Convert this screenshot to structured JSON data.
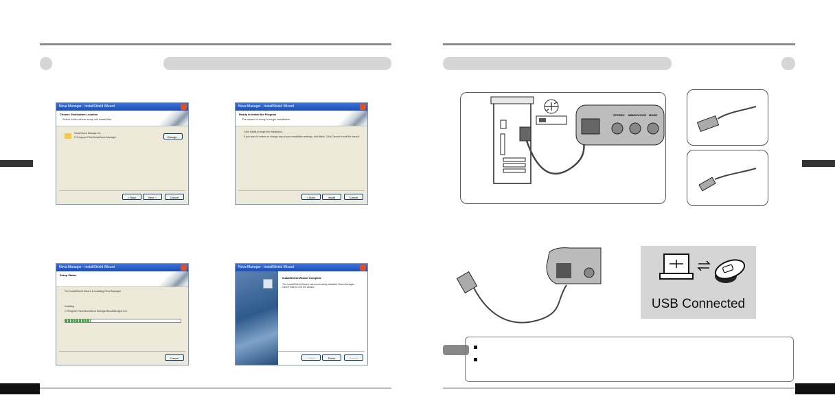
{
  "dialogs": [
    {
      "title": "Nova Manager - InstallShield Wizard",
      "heading": "Choose Destination Location",
      "subheading": "Select folder where setup will install files.",
      "line1": "Install Nova Manager to:",
      "line2": "C:\\Program Files\\Nova\\Nova Manager",
      "change_label": "Change...",
      "buttons": [
        "< Back",
        "Next >",
        "Cancel"
      ]
    },
    {
      "title": "Nova Manager - InstallShield Wizard",
      "heading": "Ready to Install the Program",
      "subheading": "The wizard is ready to begin installation.",
      "line1": "Click Install to begin the installation.",
      "line2": "If you want to review or change any of your installation settings, click Back. Click Cancel to exit the wizard.",
      "buttons": [
        "< Back",
        "Install",
        "Cancel"
      ]
    },
    {
      "title": "Nova Manager - InstallShield Wizard",
      "heading": "Setup Status",
      "line1": "The InstallShield Wizard is installing Nova Manager",
      "line2": "Installing",
      "line3": "C:\\Program Files\\Nova\\Nova Manager\\NovaManager.exe",
      "progress": 0.22,
      "buttons": [
        "Cancel"
      ]
    },
    {
      "title": "Nova Manager - InstallShield Wizard",
      "heading": "InstallShield Wizard Complete",
      "line1": "The InstallShield Wizard has successfully installed Nova Manager. Click Finish to exit the wizard.",
      "buttons": [
        "< Back",
        "Finish",
        "Cancel"
      ]
    }
  ],
  "device_labels": [
    "STEREO",
    "MEMO/VOICE",
    "MODE"
  ],
  "usb_status": "USB Connected",
  "icons": [
    "usb-trident-icon",
    "computer-icon",
    "player-icon",
    "transfer-arrows-icon"
  ]
}
